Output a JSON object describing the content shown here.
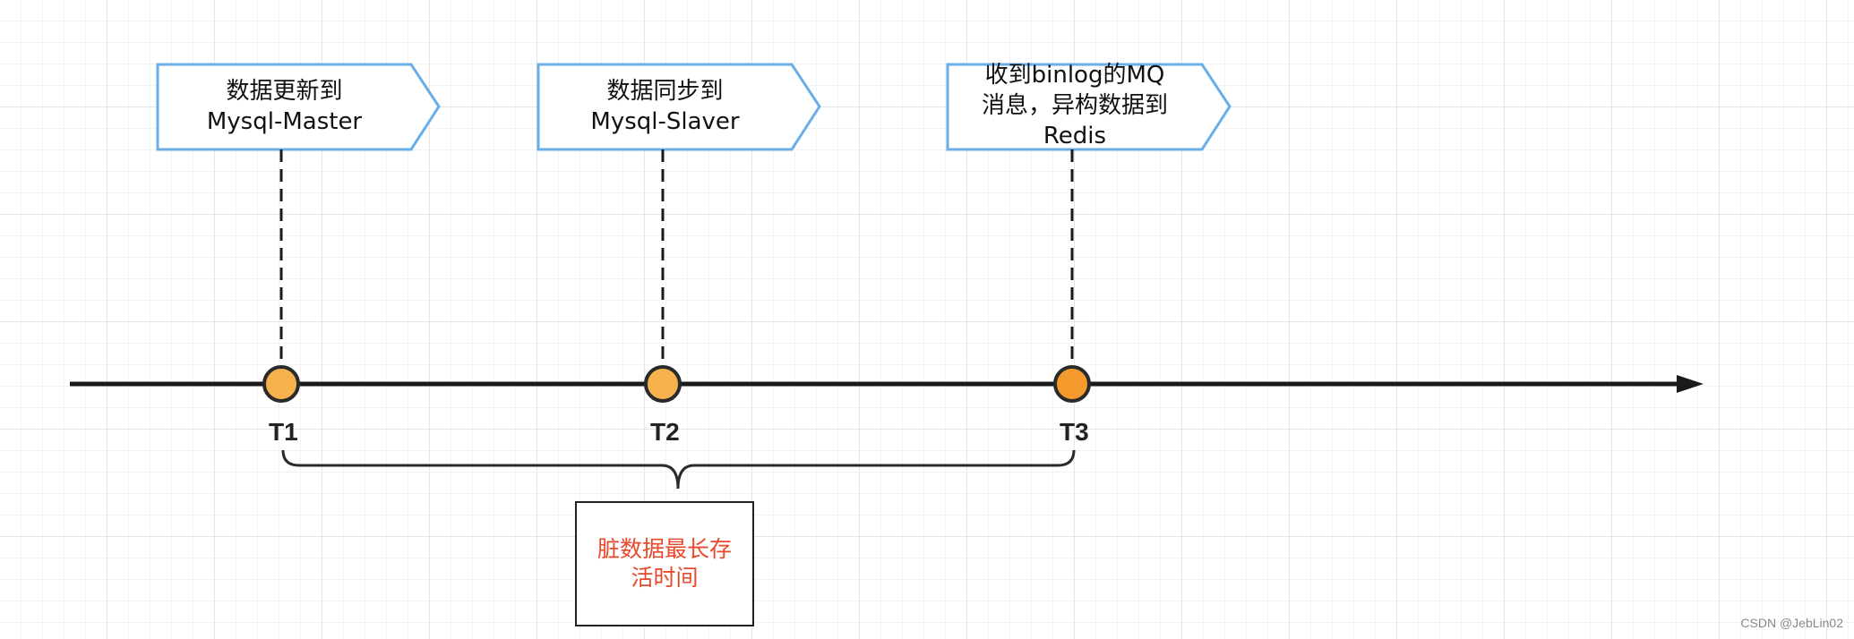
{
  "events": [
    {
      "label_lines": [
        "数据更新到",
        "Mysql-Master"
      ],
      "tick": "T1"
    },
    {
      "label_lines": [
        "数据同步到",
        "Mysql-Slaver"
      ],
      "tick": "T2"
    },
    {
      "label_lines": [
        "收到binlog的MQ",
        "消息，异构数据到",
        "Redis"
      ],
      "tick": "T3"
    }
  ],
  "bracket_note_lines": [
    "脏数据最长存",
    "活时间"
  ],
  "watermark": "CSDN @JebLin02",
  "colors": {
    "callout_border": "#6aaee8",
    "node_fill_light": "#f7b24e",
    "node_fill_dark": "#f59b2e",
    "node_stroke": "#2a2a2a",
    "line": "#1a1a1a",
    "note_text": "#e8492b"
  }
}
